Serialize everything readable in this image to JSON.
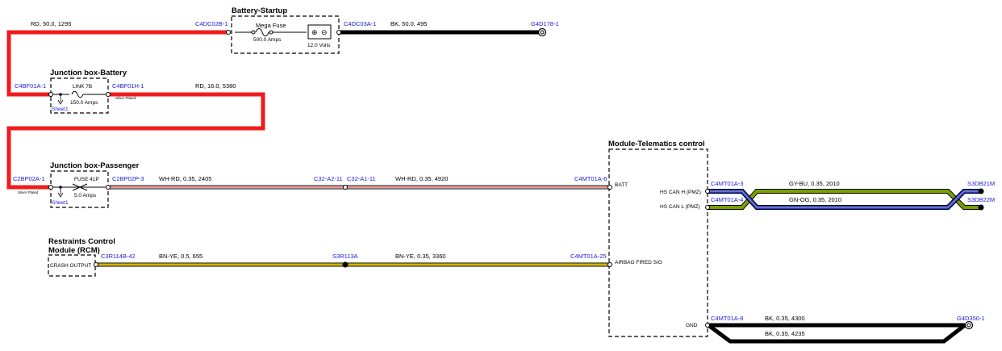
{
  "modules": {
    "battery_startup": {
      "title": "Battery-Startup",
      "fuse_label": "Mega Fuse",
      "fuse_rating": "500.0 Amps",
      "battery_voltage": "12.0 Volts"
    },
    "jb_battery": {
      "title": "Junction box-Battery",
      "fuse_label": "LINK 7B",
      "fuse_rating": "150.0 Amps",
      "sheet": "Sheet1",
      "plating": "Silver Plated"
    },
    "jb_passenger": {
      "title": "Junction box-Passenger",
      "fuse_label": "FUSE 41P",
      "fuse_rating": "5.0 Amps",
      "sheet": "Sheet1",
      "plating": "Silver Plated"
    },
    "rcm": {
      "title_line1": "Restraints Control",
      "title_line2": "Module (RCM)",
      "pin": "CRASH OUTPUT"
    },
    "telematics": {
      "title": "Module-Telematics control",
      "pins": [
        "BATT",
        "HS CAN H (PMZ)",
        "HS CAN L (PMZ)",
        "AIRBAG FIRED SIG",
        "GND"
      ]
    }
  },
  "connectors": [
    "C4DC02B-1",
    "C4DC03A-1",
    "G4D178-1",
    "C4BF01A-1",
    "C4BF01H-1",
    "C2BP02A-1",
    "C2BP02P-3",
    "C32-A2-11",
    "C32-A1-11",
    "C4MT01A-6",
    "C3R114B-42",
    "S3R113A",
    "C4MT01A-25",
    "C4MT01A-3",
    "C4MT01A-4",
    "S3DB21M",
    "S3DB22M",
    "C4MT01A-8",
    "G4D350-1"
  ],
  "wires": [
    {
      "label": "RD, 50.0, 1295",
      "color": "#ee1c1c"
    },
    {
      "label": "BK, 50.0, 495",
      "color": "#000000"
    },
    {
      "label": "RD, 16.0, 5380",
      "color": "#ee1c1c"
    },
    {
      "label": "WH-RD, 0.35, 2405",
      "color": "#ffffff",
      "stripe": "#ee1c1c"
    },
    {
      "label": "WH-RD, 0.35, 4920",
      "color": "#ffffff",
      "stripe": "#ee1c1c"
    },
    {
      "label": "BN-YE, 0.5, 655",
      "color": "#f2e600",
      "stripe": "#8b5a2b"
    },
    {
      "label": "BN-YE, 0.35, 3360",
      "color": "#f2e600",
      "stripe": "#8b5a2b"
    },
    {
      "label": "GY-BU, 0.35, 2010",
      "color": "#9a9a9a",
      "stripe": "#2233dd"
    },
    {
      "label": "GN-OG, 0.35, 2010",
      "color": "#7aa000",
      "stripe": "#f0a000"
    },
    {
      "label": "BK, 0.35, 4300",
      "color": "#000000"
    },
    {
      "label": "BK, 0.35, 4235",
      "color": "#000000"
    }
  ]
}
